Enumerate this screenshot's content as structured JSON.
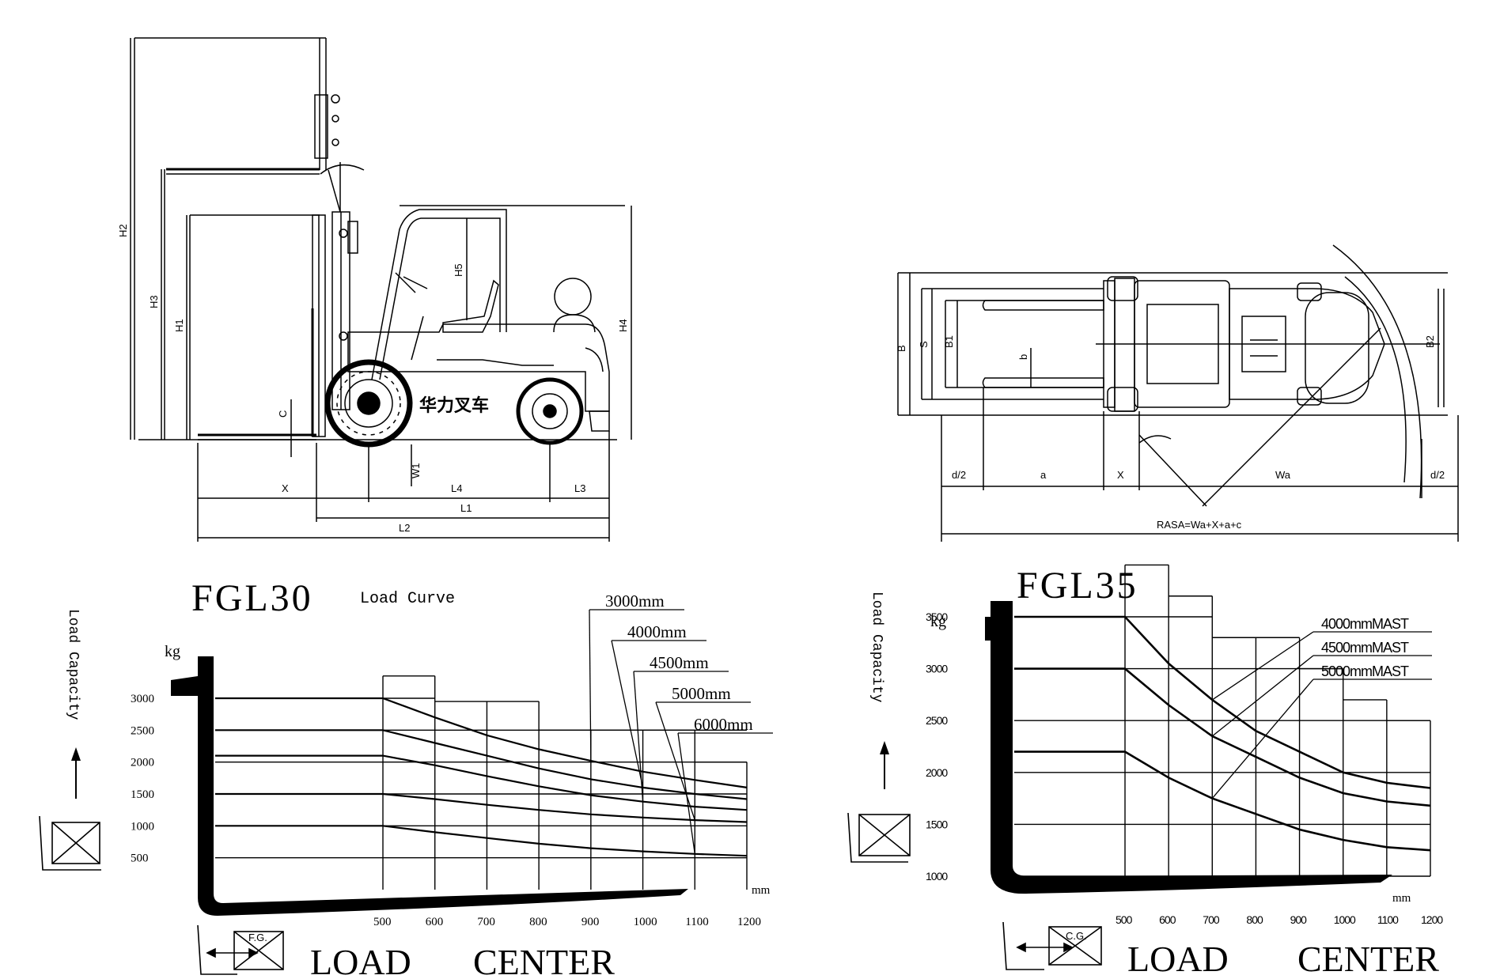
{
  "side_view": {
    "dims": [
      "H2",
      "H3",
      "H1",
      "H5",
      "H4",
      "C",
      "W1",
      "X",
      "L4",
      "L3",
      "L1",
      "L2"
    ],
    "logo_text": "华力叉车"
  },
  "top_view": {
    "dims": [
      "B",
      "S",
      "B1",
      "b",
      "B2",
      "d/2",
      "a",
      "X",
      "Wa",
      "d/2"
    ],
    "formula": "RASA=Wa+X+a+c"
  },
  "curves": [
    {
      "title": "FGL30",
      "subtitle": "Load Curve",
      "vertical_label": "Load Capacity",
      "y_unit": "kg",
      "x_unit": "mm",
      "x_caption_1": "LOAD",
      "x_caption_2": "CENTER",
      "fork_icon_text": "F.G.",
      "y_ticks": [
        "3000",
        "2500",
        "2000",
        "1500",
        "1000",
        "500"
      ],
      "x_ticks": [
        "500",
        "600",
        "700",
        "800",
        "900",
        "1000",
        "1100",
        "1200"
      ],
      "mast_labels": [
        "3000mm",
        "4000mm",
        "4500mm",
        "5000mm",
        "6000mm"
      ]
    },
    {
      "title": "FGL35",
      "vertical_label": "Load Capacity",
      "y_unit": "kg",
      "x_unit": "mm",
      "x_caption_1": "LOAD",
      "x_caption_2": "CENTER",
      "fork_icon_text": "C.G.",
      "y_ticks": [
        "3500",
        "3000",
        "2500",
        "2000",
        "1500",
        "1000"
      ],
      "x_ticks": [
        "500",
        "600",
        "700",
        "800",
        "900",
        "1000",
        "1100",
        "1200"
      ],
      "mast_labels": [
        "4000mmMAST",
        "4500mmMAST",
        "5000mmMAST"
      ]
    }
  ],
  "chart_data": [
    {
      "type": "line",
      "title": "FGL30",
      "subtitle": "Load Curve",
      "xlabel": "LOAD CENTER",
      "ylabel": "Load Capacity",
      "x_unit": "mm",
      "y_unit": "kg",
      "xlim": [
        500,
        1200
      ],
      "ylim": [
        0,
        3000
      ],
      "x": [
        500,
        600,
        700,
        800,
        900,
        1000,
        1100,
        1200
      ],
      "series": [
        {
          "name": "3000mm",
          "values": [
            3000,
            2700,
            2420,
            2200,
            2020,
            1850,
            1720,
            1600
          ]
        },
        {
          "name": "4000mm",
          "values": [
            2500,
            2300,
            2100,
            1900,
            1730,
            1600,
            1500,
            1420
          ]
        },
        {
          "name": "4500mm",
          "values": [
            2100,
            1950,
            1780,
            1620,
            1480,
            1380,
            1300,
            1250
          ]
        },
        {
          "name": "5000mm",
          "values": [
            1500,
            1420,
            1330,
            1250,
            1180,
            1130,
            1090,
            1060
          ]
        },
        {
          "name": "6000mm",
          "values": [
            1000,
            900,
            810,
            720,
            650,
            600,
            560,
            530
          ]
        }
      ]
    },
    {
      "type": "line",
      "title": "FGL35",
      "xlabel": "LOAD CENTER",
      "ylabel": "Load Capacity",
      "x_unit": "mm",
      "y_unit": "kg",
      "xlim": [
        500,
        1200
      ],
      "ylim": [
        1000,
        3500
      ],
      "x": [
        500,
        600,
        700,
        800,
        900,
        1000,
        1100,
        1200
      ],
      "series": [
        {
          "name": "4000mmMAST",
          "values": [
            3500,
            3050,
            2700,
            2400,
            2200,
            2000,
            1900,
            1850
          ]
        },
        {
          "name": "4500mmMAST",
          "values": [
            3000,
            2650,
            2350,
            2150,
            1950,
            1800,
            1720,
            1680
          ]
        },
        {
          "name": "5000mmMAST",
          "values": [
            2200,
            1950,
            1750,
            1600,
            1450,
            1350,
            1280,
            1250
          ]
        }
      ]
    }
  ]
}
